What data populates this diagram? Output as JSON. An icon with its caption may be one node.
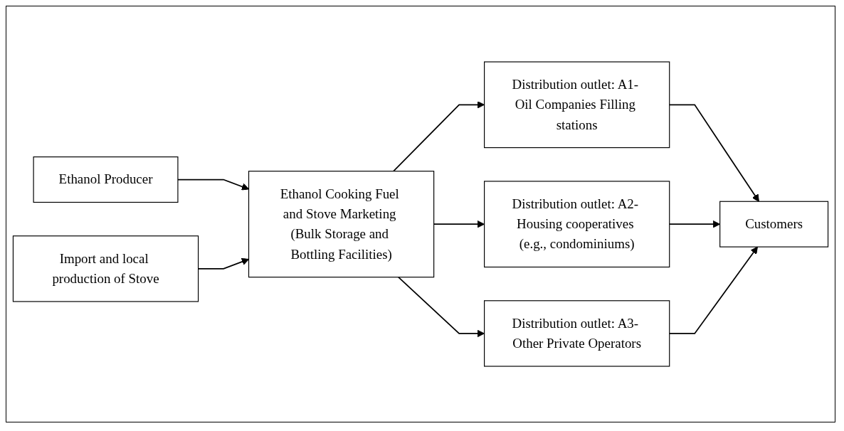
{
  "diagram": {
    "nodes": [
      {
        "text": [
          "Ethanol Producer"
        ]
      },
      {
        "text": [
          "Import and local production of Stove"
        ]
      },
      {
        "text": [
          "Ethanol Cooking Fuel and Stove Marketing (Bulk Storage and Bottling Facilities)"
        ]
      },
      {
        "text": [
          "Distribution outlet: A1- Oil Companies Filling stations"
        ]
      },
      {
        "text": [
          "Distribution outlet: A2- Housing cooperatives (e.g., condominiums)"
        ]
      },
      {
        "text": [
          "Distribution outlet: A3- Other Private Operators"
        ]
      },
      {
        "text": [
          "Customers"
        ]
      }
    ],
    "edges": [
      {
        "from": 0,
        "to": 2,
        "arrow": "to"
      },
      {
        "from": 1,
        "to": 2,
        "arrow": "to"
      },
      {
        "from": 2,
        "to": 3,
        "arrow": "to"
      },
      {
        "from": 2,
        "to": 4,
        "arrow": "to"
      },
      {
        "from": 2,
        "to": 5,
        "arrow": "to"
      },
      {
        "from": 3,
        "to": 6,
        "arrow": "to"
      },
      {
        "from": 4,
        "to": 6,
        "arrow": "to"
      },
      {
        "from": 5,
        "to": 6,
        "arrow": "to"
      }
    ]
  }
}
